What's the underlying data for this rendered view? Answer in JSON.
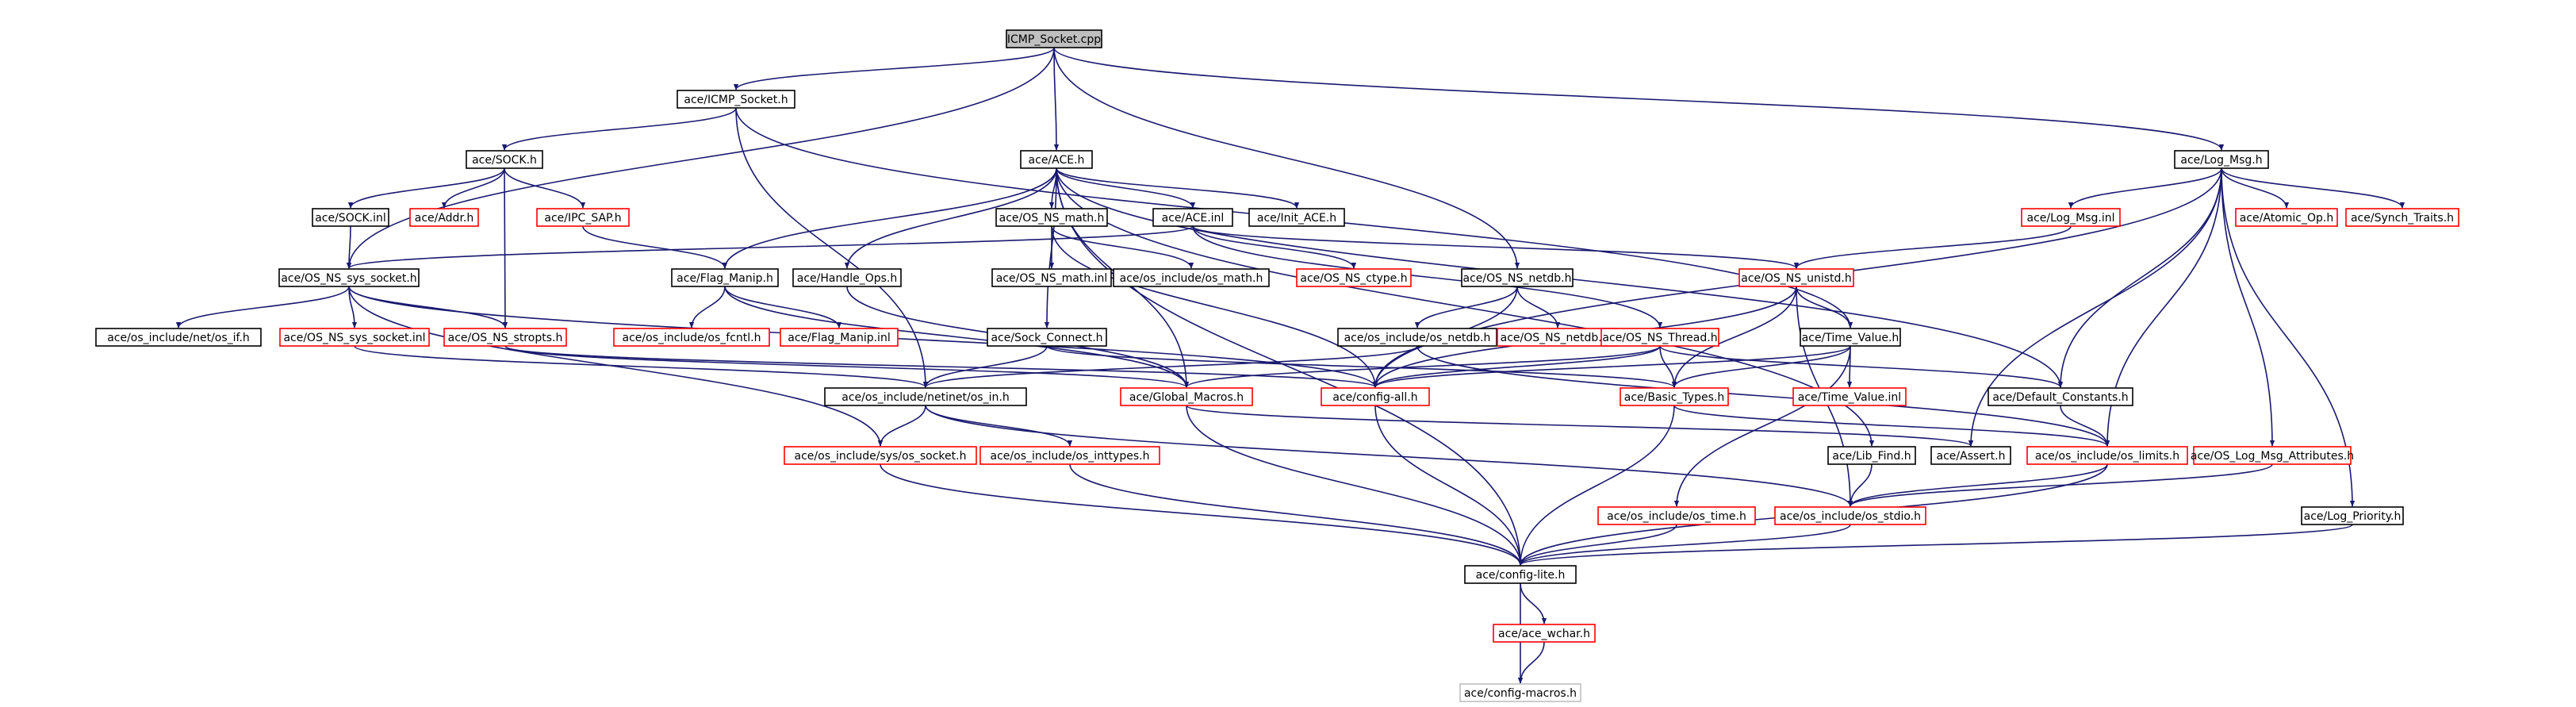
{
  "diagram": {
    "title": "",
    "colors": {
      "root_fill": "#bfbfbf",
      "documented_border": "#000000",
      "undocumented_border": "#ff0000",
      "external_border": "#bfbfbf",
      "text": "#000000",
      "edge": "#191970"
    },
    "nodes": [
      {
        "id": "icmp_socket_cpp",
        "label": "ICMP_Socket.cpp",
        "kind": "root"
      },
      {
        "id": "icmp_socket_h",
        "label": "ace/ICMP_Socket.h",
        "kind": "documented"
      },
      {
        "id": "ace_h",
        "label": "ace/ACE.h",
        "kind": "documented"
      },
      {
        "id": "log_msg_h",
        "label": "ace/Log_Msg.h",
        "kind": "documented"
      },
      {
        "id": "sock_h",
        "label": "ace/SOCK.h",
        "kind": "documented"
      },
      {
        "id": "sock_inl",
        "label": "ace/SOCK.inl",
        "kind": "documented"
      },
      {
        "id": "addr_h",
        "label": "ace/Addr.h",
        "kind": "undocumented"
      },
      {
        "id": "ipc_sap_h",
        "label": "ace/IPC_SAP.h",
        "kind": "undocumented"
      },
      {
        "id": "os_ns_math_h",
        "label": "ace/OS_NS_math.h",
        "kind": "documented"
      },
      {
        "id": "ace_inl",
        "label": "ace/ACE.inl",
        "kind": "documented"
      },
      {
        "id": "init_ace_h",
        "label": "ace/Init_ACE.h",
        "kind": "documented"
      },
      {
        "id": "log_msg_inl",
        "label": "ace/Log_Msg.inl",
        "kind": "undocumented"
      },
      {
        "id": "atomic_op_h",
        "label": "ace/Atomic_Op.h",
        "kind": "undocumented"
      },
      {
        "id": "synch_traits_h",
        "label": "ace/Synch_Traits.h",
        "kind": "undocumented"
      },
      {
        "id": "os_ns_sys_socket_h",
        "label": "ace/OS_NS_sys_socket.h",
        "kind": "documented"
      },
      {
        "id": "flag_manip_h",
        "label": "ace/Flag_Manip.h",
        "kind": "documented"
      },
      {
        "id": "handle_ops_h",
        "label": "ace/Handle_Ops.h",
        "kind": "documented"
      },
      {
        "id": "os_ns_math_inl",
        "label": "ace/OS_NS_math.inl",
        "kind": "documented"
      },
      {
        "id": "os_math_h",
        "label": "ace/os_include/os_math.h",
        "kind": "documented"
      },
      {
        "id": "os_ns_ctype_h",
        "label": "ace/OS_NS_ctype.h",
        "kind": "undocumented"
      },
      {
        "id": "os_ns_netdb_h",
        "label": "ace/OS_NS_netdb.h",
        "kind": "documented"
      },
      {
        "id": "os_ns_unistd_h",
        "label": "ace/OS_NS_unistd.h",
        "kind": "undocumented"
      },
      {
        "id": "net_if_h",
        "label": "ace/os_include/net/os_if.h",
        "kind": "documented"
      },
      {
        "id": "os_ns_sys_socket_inl",
        "label": "ace/OS_NS_sys_socket.inl",
        "kind": "undocumented"
      },
      {
        "id": "os_ns_stropts_h",
        "label": "ace/OS_NS_stropts.h",
        "kind": "undocumented"
      },
      {
        "id": "os_fcntl_h",
        "label": "ace/os_include/os_fcntl.h",
        "kind": "undocumented"
      },
      {
        "id": "flag_manip_inl",
        "label": "ace/Flag_Manip.inl",
        "kind": "undocumented"
      },
      {
        "id": "sock_connect_h",
        "label": "ace/Sock_Connect.h",
        "kind": "documented"
      },
      {
        "id": "os_netdb_h",
        "label": "ace/os_include/os_netdb.h",
        "kind": "documented"
      },
      {
        "id": "os_ns_netdb_inl",
        "label": "ace/OS_NS_netdb.inl",
        "kind": "undocumented"
      },
      {
        "id": "os_ns_thread_h",
        "label": "ace/OS_NS_Thread.h",
        "kind": "undocumented"
      },
      {
        "id": "time_value_h",
        "label": "ace/Time_Value.h",
        "kind": "documented"
      },
      {
        "id": "netinet_in_h",
        "label": "ace/os_include/netinet/os_in.h",
        "kind": "documented"
      },
      {
        "id": "global_macros_h",
        "label": "ace/Global_Macros.h",
        "kind": "undocumented"
      },
      {
        "id": "config_all_h",
        "label": "ace/config-all.h",
        "kind": "undocumented"
      },
      {
        "id": "basic_types_h",
        "label": "ace/Basic_Types.h",
        "kind": "undocumented"
      },
      {
        "id": "time_value_inl",
        "label": "ace/Time_Value.inl",
        "kind": "undocumented"
      },
      {
        "id": "default_constants_h",
        "label": "ace/Default_Constants.h",
        "kind": "documented"
      },
      {
        "id": "sys_socket_h",
        "label": "ace/os_include/sys/os_socket.h",
        "kind": "undocumented"
      },
      {
        "id": "os_inttypes_h",
        "label": "ace/os_include/os_inttypes.h",
        "kind": "undocumented"
      },
      {
        "id": "lib_find_h",
        "label": "ace/Lib_Find.h",
        "kind": "documented"
      },
      {
        "id": "assert_h",
        "label": "ace/Assert.h",
        "kind": "documented"
      },
      {
        "id": "os_limits_h",
        "label": "ace/os_include/os_limits.h",
        "kind": "undocumented"
      },
      {
        "id": "os_log_msg_attributes_h",
        "label": "ace/OS_Log_Msg_Attributes.h",
        "kind": "undocumented"
      },
      {
        "id": "os_time_h",
        "label": "ace/os_include/os_time.h",
        "kind": "undocumented"
      },
      {
        "id": "os_stdio_h",
        "label": "ace/os_include/os_stdio.h",
        "kind": "undocumented"
      },
      {
        "id": "log_priority_h",
        "label": "ace/Log_Priority.h",
        "kind": "documented"
      },
      {
        "id": "config_lite_h",
        "label": "ace/config-lite.h",
        "kind": "documented"
      },
      {
        "id": "ace_wchar_h",
        "label": "ace/ace_wchar.h",
        "kind": "undocumented"
      },
      {
        "id": "config_macros_h",
        "label": "ace/config-macros.h",
        "kind": "external"
      }
    ],
    "edges": [
      [
        "icmp_socket_cpp",
        "icmp_socket_h"
      ],
      [
        "icmp_socket_cpp",
        "ace_h"
      ],
      [
        "icmp_socket_cpp",
        "log_msg_h"
      ],
      [
        "icmp_socket_cpp",
        "os_ns_sys_socket_h"
      ],
      [
        "icmp_socket_cpp",
        "os_ns_netdb_h"
      ],
      [
        "icmp_socket_h",
        "sock_h"
      ],
      [
        "icmp_socket_h",
        "netinet_in_h"
      ],
      [
        "icmp_socket_h",
        "time_value_h"
      ],
      [
        "sock_h",
        "sock_inl"
      ],
      [
        "sock_h",
        "addr_h"
      ],
      [
        "sock_h",
        "ipc_sap_h"
      ],
      [
        "sock_h",
        "os_ns_stropts_h"
      ],
      [
        "sock_inl",
        "os_ns_sys_socket_h"
      ],
      [
        "ipc_sap_h",
        "flag_manip_h"
      ],
      [
        "ace_h",
        "os_ns_math_h"
      ],
      [
        "ace_h",
        "ace_inl"
      ],
      [
        "ace_h",
        "init_ace_h"
      ],
      [
        "ace_h",
        "flag_manip_h"
      ],
      [
        "ace_h",
        "handle_ops_h"
      ],
      [
        "ace_h",
        "sock_connect_h"
      ],
      [
        "ace_h",
        "default_constants_h"
      ],
      [
        "ace_h",
        "lib_find_h"
      ],
      [
        "ace_h",
        "config_lite_h"
      ],
      [
        "ace_h",
        "global_macros_h"
      ],
      [
        "os_ns_math_h",
        "os_ns_math_inl"
      ],
      [
        "os_ns_math_h",
        "os_math_h"
      ],
      [
        "os_ns_math_h",
        "config_all_h"
      ],
      [
        "ace_inl",
        "os_ns_ctype_h"
      ],
      [
        "ace_inl",
        "os_ns_unistd_h"
      ],
      [
        "ace_inl",
        "os_ns_thread_h"
      ],
      [
        "ace_inl",
        "os_ns_sys_socket_h"
      ],
      [
        "log_msg_h",
        "log_msg_inl"
      ],
      [
        "log_msg_h",
        "atomic_op_h"
      ],
      [
        "log_msg_h",
        "synch_traits_h"
      ],
      [
        "log_msg_h",
        "default_constants_h"
      ],
      [
        "log_msg_h",
        "assert_h"
      ],
      [
        "log_msg_h",
        "os_limits_h"
      ],
      [
        "log_msg_h",
        "os_log_msg_attributes_h"
      ],
      [
        "log_msg_h",
        "log_priority_h"
      ],
      [
        "log_msg_h",
        "config_all_h"
      ],
      [
        "log_msg_inl",
        "os_ns_unistd_h"
      ],
      [
        "os_ns_sys_socket_h",
        "net_if_h"
      ],
      [
        "os_ns_sys_socket_h",
        "os_ns_sys_socket_inl"
      ],
      [
        "os_ns_sys_socket_h",
        "os_ns_stropts_h"
      ],
      [
        "os_ns_sys_socket_h",
        "sys_socket_h"
      ],
      [
        "os_ns_sys_socket_h",
        "config_all_h"
      ],
      [
        "flag_manip_h",
        "os_fcntl_h"
      ],
      [
        "flag_manip_h",
        "flag_manip_inl"
      ],
      [
        "flag_manip_h",
        "global_macros_h"
      ],
      [
        "handle_ops_h",
        "global_macros_h"
      ],
      [
        "os_ns_netdb_h",
        "os_netdb_h"
      ],
      [
        "os_ns_netdb_h",
        "os_ns_netdb_inl"
      ],
      [
        "os_ns_netdb_h",
        "config_all_h"
      ],
      [
        "os_ns_unistd_h",
        "time_value_h"
      ],
      [
        "os_ns_unistd_h",
        "basic_types_h"
      ],
      [
        "os_ns_unistd_h",
        "config_all_h"
      ],
      [
        "os_ns_unistd_h",
        "os_stdio_h"
      ],
      [
        "os_ns_sys_socket_inl",
        "netinet_in_h"
      ],
      [
        "os_ns_stropts_h",
        "global_macros_h"
      ],
      [
        "os_ns_stropts_h",
        "config_all_h"
      ],
      [
        "sock_connect_h",
        "netinet_in_h"
      ],
      [
        "sock_connect_h",
        "basic_types_h"
      ],
      [
        "os_netdb_h",
        "netinet_in_h"
      ],
      [
        "os_netdb_h",
        "os_limits_h"
      ],
      [
        "os_ns_thread_h",
        "global_macros_h"
      ],
      [
        "os_ns_thread_h",
        "basic_types_h"
      ],
      [
        "os_ns_thread_h",
        "default_constants_h"
      ],
      [
        "os_ns_thread_h",
        "config_all_h"
      ],
      [
        "time_value_h",
        "time_value_inl"
      ],
      [
        "time_value_h",
        "basic_types_h"
      ],
      [
        "time_value_h",
        "config_all_h"
      ],
      [
        "time_value_h",
        "os_time_h"
      ],
      [
        "netinet_in_h",
        "sys_socket_h"
      ],
      [
        "netinet_in_h",
        "os_inttypes_h"
      ],
      [
        "netinet_in_h",
        "os_stdio_h"
      ],
      [
        "global_macros_h",
        "config_lite_h"
      ],
      [
        "global_macros_h",
        "assert_h"
      ],
      [
        "config_all_h",
        "config_lite_h"
      ],
      [
        "basic_types_h",
        "os_limits_h"
      ],
      [
        "basic_types_h",
        "config_lite_h"
      ],
      [
        "default_constants_h",
        "os_limits_h"
      ],
      [
        "sys_socket_h",
        "config_lite_h"
      ],
      [
        "os_inttypes_h",
        "config_lite_h"
      ],
      [
        "lib_find_h",
        "os_stdio_h"
      ],
      [
        "os_limits_h",
        "os_stdio_h"
      ],
      [
        "os_limits_h",
        "config_lite_h"
      ],
      [
        "os_log_msg_attributes_h",
        "os_stdio_h"
      ],
      [
        "os_time_h",
        "config_lite_h"
      ],
      [
        "os_stdio_h",
        "config_lite_h"
      ],
      [
        "log_priority_h",
        "config_lite_h"
      ],
      [
        "config_lite_h",
        "ace_wchar_h"
      ],
      [
        "config_lite_h",
        "config_macros_h"
      ],
      [
        "ace_wchar_h",
        "config_macros_h"
      ]
    ]
  }
}
